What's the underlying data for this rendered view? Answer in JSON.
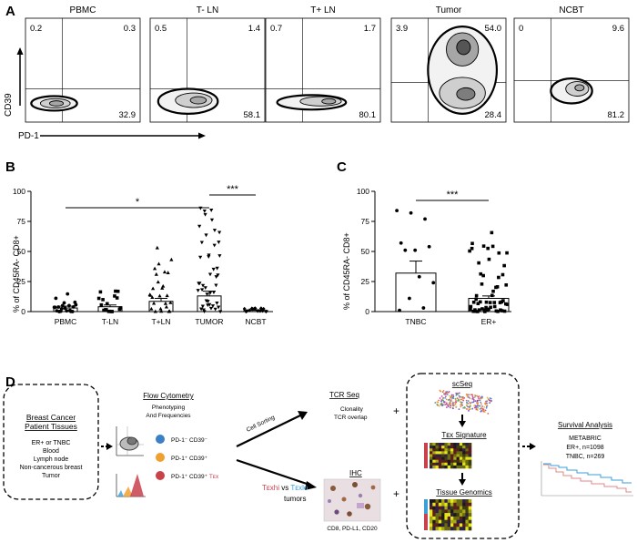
{
  "panel_a": {
    "letter": "A",
    "y_axis_label": "CD39",
    "x_axis_label": "PD-1",
    "plots": [
      {
        "title": "PBMC",
        "ul": "0.2",
        "ur": "0.3",
        "lr": "32.9"
      },
      {
        "title": "T- LN",
        "ul": "0.5",
        "ur": "1.4",
        "lr": "58.1"
      },
      {
        "title": "T+ LN",
        "ul": "0.7",
        "ur": "1.7",
        "lr": "80.1"
      },
      {
        "title": "Tumor",
        "ul": "3.9",
        "ur": "54.0",
        "lr": "28.4"
      },
      {
        "title": "NCBT",
        "ul": "0",
        "ur": "9.6",
        "lr": "81.2"
      }
    ]
  },
  "panel_b": {
    "letter": "B",
    "ylabel": "% of CD45RA- CD8+",
    "yticks": [
      "0",
      "25",
      "50",
      "75",
      "100"
    ],
    "sig_star_1": "*",
    "sig_star_2": "***"
  },
  "panel_c": {
    "letter": "C",
    "ylabel": "% of CD45RA- CD8+",
    "yticks": [
      "0",
      "25",
      "50",
      "75",
      "100"
    ],
    "sig_star": "***"
  },
  "chart_data": [
    {
      "type": "bar",
      "categories": [
        "PBMC",
        "T-LN",
        "T+LN",
        "TUMOR",
        "NCBT"
      ],
      "values": [
        3,
        4,
        8.5,
        13,
        1
      ],
      "ylabel": "% of CD45RA- CD8+",
      "ylim": [
        0,
        100
      ],
      "significance": [
        {
          "from": "PBMC",
          "to": "TUMOR",
          "label": "*"
        },
        {
          "from": "TUMOR",
          "to": "NCBT",
          "label": "***"
        }
      ]
    },
    {
      "type": "bar",
      "categories": [
        "TNBC",
        "ER+"
      ],
      "values": [
        32,
        11
      ],
      "ylabel": "% of CD45RA- CD8+",
      "ylim": [
        0,
        100
      ],
      "significance": [
        {
          "from": "TNBC",
          "to": "ER+",
          "label": "***"
        }
      ]
    }
  ],
  "panel_d": {
    "letter": "D",
    "tissue_title_1": "Breast Cancer",
    "tissue_title_2": "Patient Tissues",
    "tissue_lines": [
      "ER+ or TNBC",
      "Blood",
      "Lymph node",
      "Non-cancerous breast",
      "Tumor"
    ],
    "flow_title": "Flow Cytometry",
    "flow_sub_1": "Phenotyping",
    "flow_sub_2": "And Frequencies",
    "legend_1": "PD-1⁻ CD39⁻",
    "legend_2": "PD-1⁺ CD39⁺",
    "legend_3_main": "PD-1⁺ CD39⁺",
    "legend_3_tex": "Tᴇx",
    "cell_sorting": "Cell Sorting",
    "texhi": "Tᴇxhi",
    "vs": "vs",
    "texlo": "Tᴇxlo",
    "tumors": "tumors",
    "tcr_title": "TCR Seq",
    "tcr_line_1": "Clonality",
    "tcr_line_2": "TCR overlap",
    "ihc_title": "IHC",
    "ihc_caption": "CD8, PD-L1, CD20",
    "plus": "+",
    "scseq_title": "scSeq",
    "tex_signature": "Tᴇx Signature",
    "tissue_genomics": "Tissue Genomics",
    "survival_title": "Survival Analysis",
    "metabric": "METABRIC",
    "er_line": "ER+, n=1098",
    "tnbc_line": "TNBC, n=269",
    "colors": {
      "blue": "#3b7fc4",
      "orange": "#f0a030",
      "red": "#c8414b",
      "texhi": "#c8414b",
      "texlo": "#3b9fd8"
    }
  }
}
